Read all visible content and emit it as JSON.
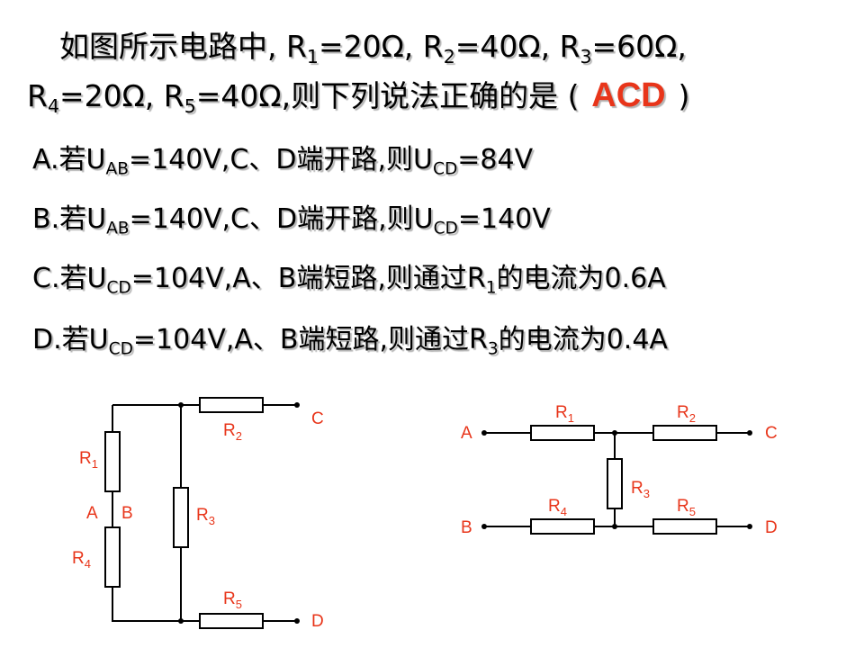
{
  "question": {
    "prefix": "如图所示电路中, R",
    "r1_val": "=20Ω, R",
    "r2_val": "=40Ω, R",
    "r3_val": "=60Ω,",
    "line2_r": "R",
    "r4_val": "=20Ω, R",
    "r5_val": "=40Ω,则下列说法正确的是 (",
    "close": ")",
    "sub1": "1",
    "sub2": "2",
    "sub3": "3",
    "sub4": "4",
    "sub5": "5"
  },
  "answer": "ACD",
  "options": {
    "A": {
      "p1": "A.若U",
      "s1": "AB",
      "p2": "=140V,C、D端开路,则U",
      "s2": "CD",
      "p3": "=84V"
    },
    "B": {
      "p1": "B.若U",
      "s1": "AB",
      "p2": "=140V,C、D端开路,则U",
      "s2": "CD",
      "p3": "=140V"
    },
    "C": {
      "p1": "C.若U",
      "s1": "CD",
      "p2": "=104V,A、B端短路,则通过R",
      "s2": "1",
      "p3": "的电流为0.6A"
    },
    "D": {
      "p1": "D.若U",
      "s1": "CD",
      "p2": "=104V,A、B端短路,则通过R",
      "s2": "3",
      "p3": "的电流为0.4A"
    }
  },
  "circuit_left": {
    "resistors": [
      {
        "id": "R1",
        "label": "R",
        "sub": "1"
      },
      {
        "id": "R2",
        "label": "R",
        "sub": "2"
      },
      {
        "id": "R3",
        "label": "R",
        "sub": "3"
      },
      {
        "id": "R4",
        "label": "R",
        "sub": "4"
      },
      {
        "id": "R5",
        "label": "R",
        "sub": "5"
      }
    ],
    "terminals": {
      "a": "A",
      "b": "B",
      "c": "C",
      "d": "D"
    }
  },
  "circuit_right": {
    "resistors": [
      {
        "id": "R1",
        "label": "R",
        "sub": "1"
      },
      {
        "id": "R2",
        "label": "R",
        "sub": "2"
      },
      {
        "id": "R3",
        "label": "R",
        "sub": "3"
      },
      {
        "id": "R4",
        "label": "R",
        "sub": "4"
      },
      {
        "id": "R5",
        "label": "R",
        "sub": "5"
      }
    ],
    "terminals": {
      "a": "A",
      "b": "B",
      "c": "C",
      "d": "D"
    }
  },
  "colors": {
    "label": "#e8351a",
    "answer": "#e8351a",
    "wire": "#000000"
  }
}
